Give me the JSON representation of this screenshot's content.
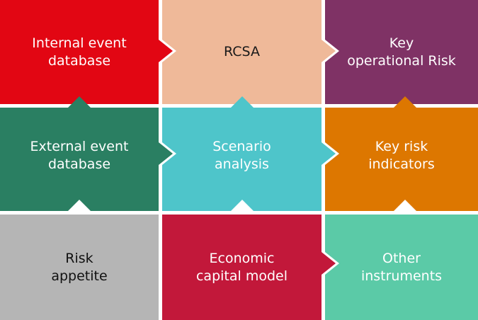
{
  "tiles": [
    {
      "label": "Internal event\ndatabase",
      "color": "#e20613",
      "text_color": "#ffffff"
    },
    {
      "label": "RCSA",
      "color": "#efb999",
      "text_color": "#1a1a1a"
    },
    {
      "label": "Key\noperational Risk",
      "color": "#7f3265",
      "text_color": "#ffffff"
    },
    {
      "label": "External event\ndatabase",
      "color": "#2a7f62",
      "text_color": "#ffffff"
    },
    {
      "label": "Scenario\nanalysis",
      "color": "#4ec5ca",
      "text_color": "#ffffff"
    },
    {
      "label": "Key risk\nindicators",
      "color": "#dd7700",
      "text_color": "#ffffff"
    },
    {
      "label": "Risk\nappetite",
      "color": "#b5b5b5",
      "text_color": "#111111"
    },
    {
      "label": "Economic\ncapital model",
      "color": "#c2183a",
      "text_color": "#ffffff"
    },
    {
      "label": "Other\ninstruments",
      "color": "#5bcaa7",
      "text_color": "#ffffff"
    }
  ]
}
